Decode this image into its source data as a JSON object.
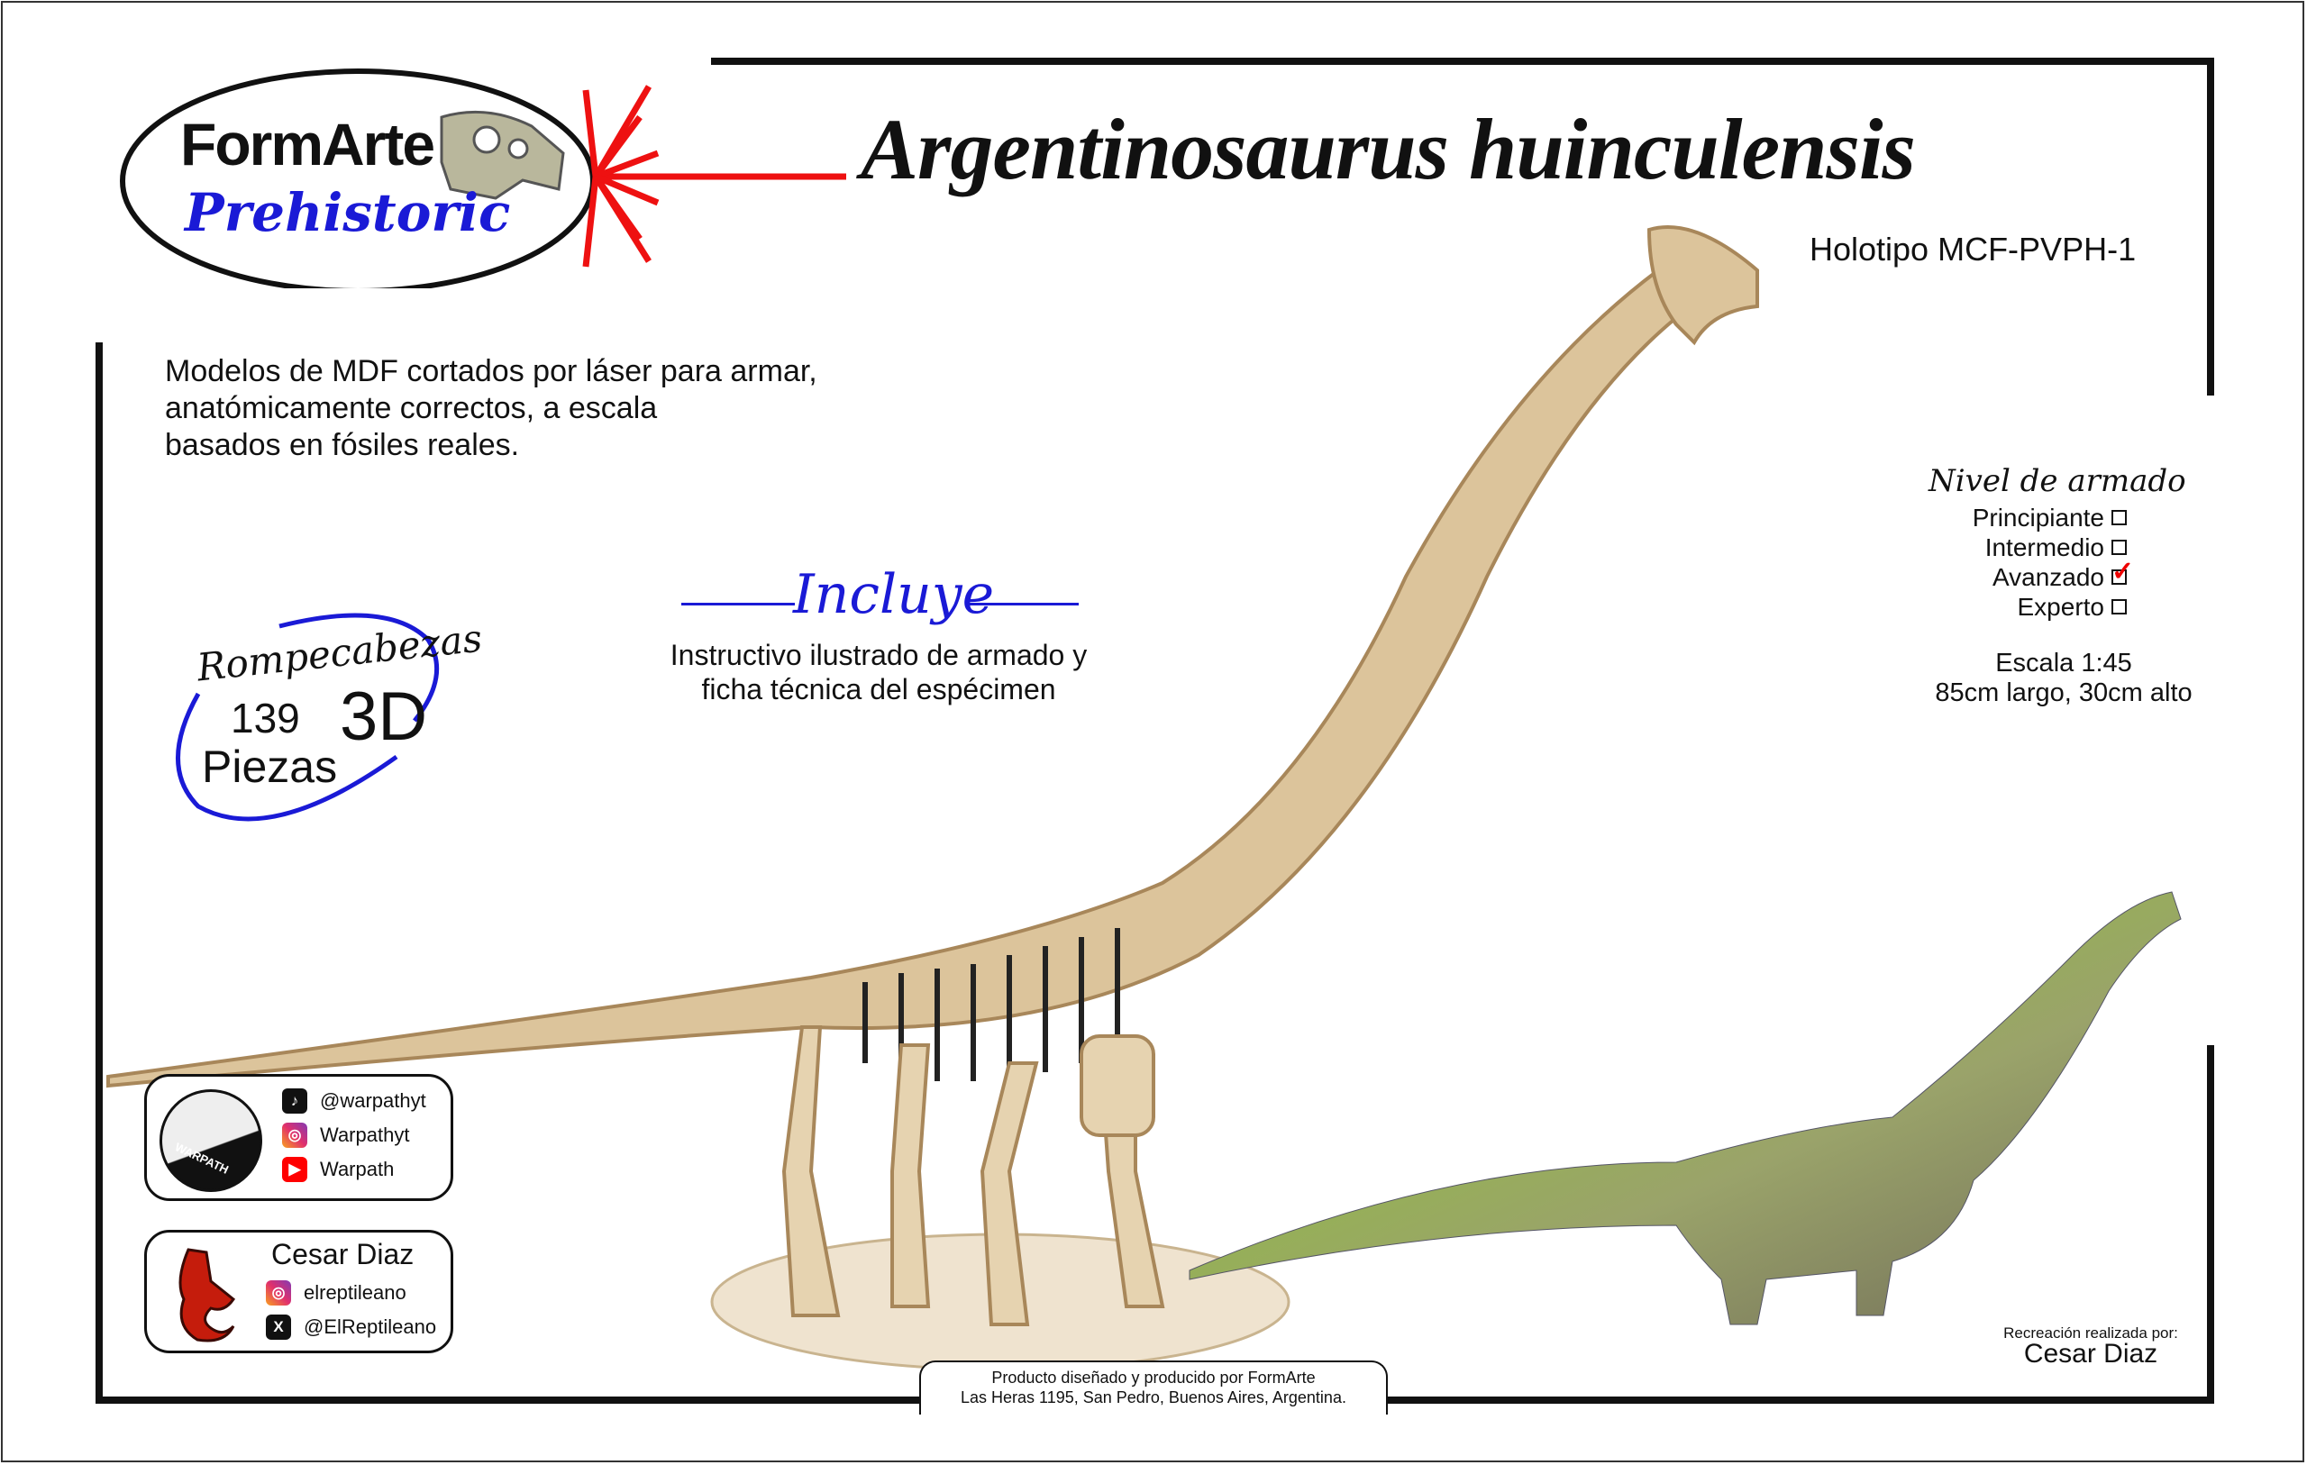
{
  "logo": {
    "brand": "FormArte",
    "subbrand": "Prehistoric"
  },
  "header": {
    "title": "Argentinosaurus huinculensis",
    "holotype": "Holotipo MCF-PVPH-1"
  },
  "intro": {
    "lines": [
      "Modelos de MDF cortados por láser para armar,",
      "anatómicamente correctos, a escala",
      "basados en fósiles reales."
    ]
  },
  "puzzle": {
    "label": "Rompecabezas",
    "count": "139",
    "type": "3D",
    "unit": "Piezas"
  },
  "includes": {
    "title": "Incluye",
    "lines": [
      "Instructivo ilustrado de armado y",
      "ficha técnica del espécimen"
    ]
  },
  "difficulty": {
    "title": "Nivel de armado",
    "levels": [
      {
        "label": "Principiante",
        "checked": false
      },
      {
        "label": "Intermedio",
        "checked": false
      },
      {
        "label": "Avanzado",
        "checked": true
      },
      {
        "label": "Experto",
        "checked": false
      }
    ]
  },
  "scale": {
    "ratio": "Escala 1:45",
    "size": "85cm largo, 30cm alto"
  },
  "social_warpath": {
    "logo_text": "WARPATH",
    "items": [
      {
        "icon": "tiktok-icon",
        "handle": "@warpathyt"
      },
      {
        "icon": "instagram-icon",
        "handle": "Warpathyt"
      },
      {
        "icon": "youtube-icon",
        "handle": "Warpath"
      }
    ]
  },
  "social_cesar": {
    "name": "Cesar Diaz",
    "items": [
      {
        "icon": "instagram-icon",
        "handle": "elreptileano"
      },
      {
        "icon": "x-icon",
        "handle": "@ElReptileano"
      }
    ]
  },
  "footer": {
    "line1": "Producto diseñado y producido por FormArte",
    "line2": "Las Heras 1195, San Pedro, Buenos Aires, Argentina."
  },
  "credit": {
    "label": "Recreación realizada por:",
    "name": "Cesar Diaz"
  },
  "colors": {
    "accent_blue": "#1a1ad6",
    "laser_red": "#ee1111",
    "mdf": "#d9c29a",
    "green": "#7fc22a"
  }
}
